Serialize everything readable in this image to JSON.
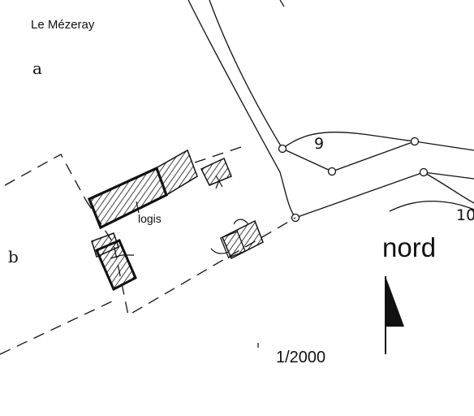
{
  "plan": {
    "place_name": "Le Mézeray",
    "parcels": [
      "a",
      "b"
    ],
    "building_label": "logis",
    "road_numbers": [
      "9",
      "10"
    ],
    "north_label": "nord",
    "scale": "1/2000",
    "north_arrow_icon": "north-arrow-icon"
  },
  "colors": {
    "ink": "#111111",
    "paper": "#ffffff"
  }
}
